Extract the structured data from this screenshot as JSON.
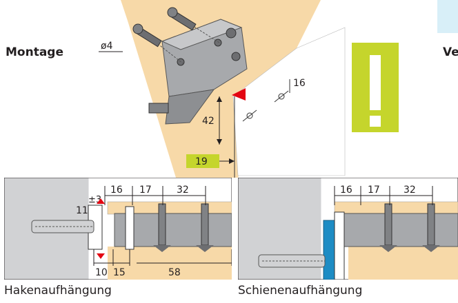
{
  "headings": {
    "left": "Montage",
    "right": "Ve"
  },
  "top_figure": {
    "hole_diameter": "ø4",
    "dim_16": "16",
    "dim_42": "42",
    "dim_19": "19"
  },
  "left_panel": {
    "dim_16": "16",
    "dim_17": "17",
    "dim_32": "32",
    "dim_11": "11",
    "dim_pm3": "±3",
    "dim_10": "10",
    "dim_15": "15",
    "dim_58": "58",
    "caption": "Hakenaufhängung"
  },
  "right_panel": {
    "dim_16": "16",
    "dim_17": "17",
    "dim_32": "32",
    "caption": "Schienenaufhängung"
  },
  "colors": {
    "wood": "#f7d9a8",
    "wall": "#d1d2d4",
    "metal": "#a7a9ac",
    "warning_green": "#c5d52c",
    "marker_red": "#e30613",
    "rail_blue": "#1d8cc4",
    "light_blue": "#d8eff8"
  }
}
